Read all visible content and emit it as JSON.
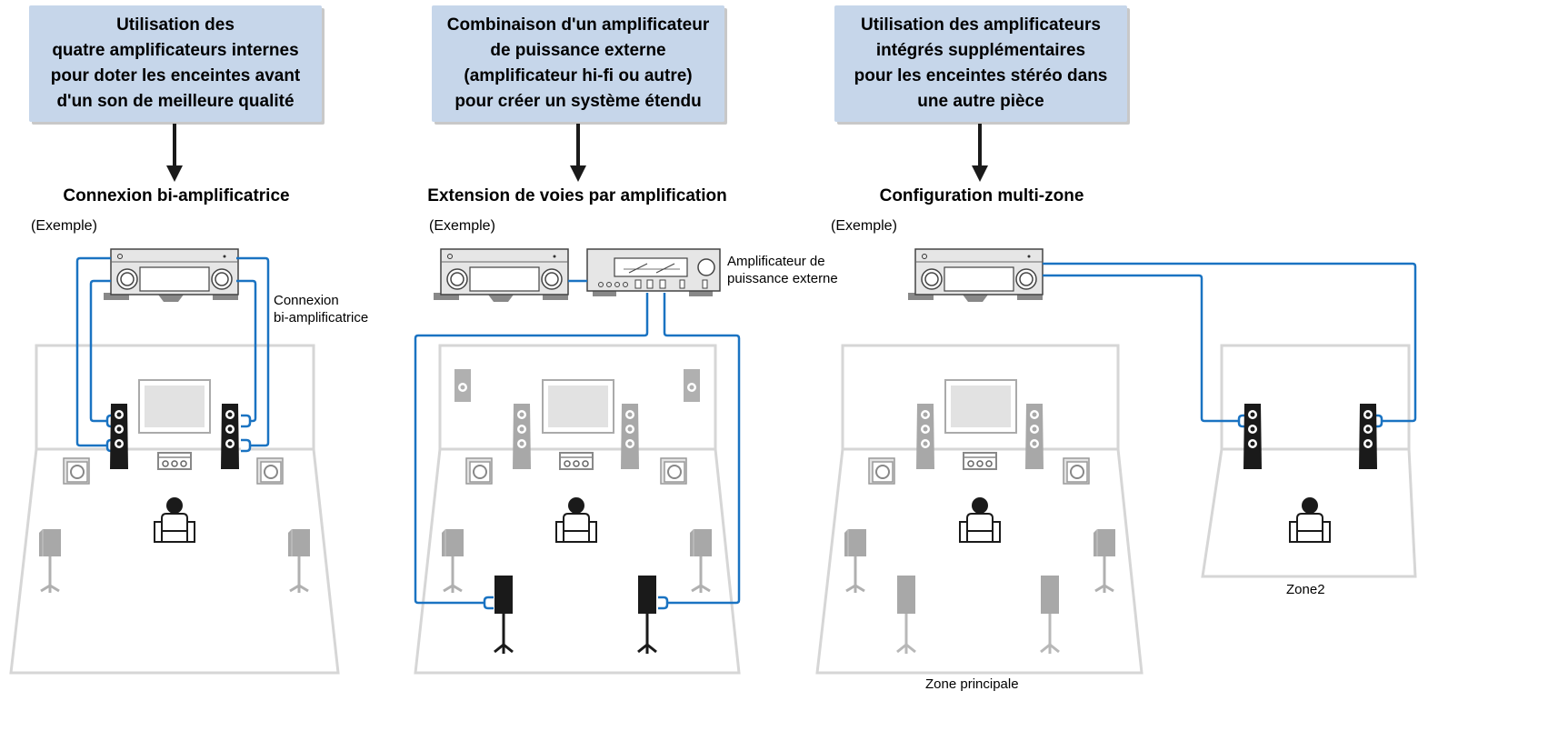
{
  "colors": {
    "header_bg": "#c6d6ea",
    "cable": "#1a73c2",
    "room_line": "#d6d6d6",
    "speaker_active": "#1a1a1a",
    "speaker_inactive": "#a8a8a8"
  },
  "icons": [
    "av-receiver-icon",
    "power-amplifier-icon",
    "tv-screen-icon",
    "tower-speaker-icon",
    "center-speaker-icon",
    "subwoofer-icon",
    "surround-speaker-icon",
    "listener-icon",
    "arrow-down-icon"
  ],
  "panels": [
    {
      "header_lines": [
        "Utilisation des",
        "quatre amplificateurs internes",
        "pour doter les enceintes avant",
        "d'un son de meilleure qualité"
      ],
      "subtitle": "Connexion bi-amplificatrice",
      "example": "(Exemple)",
      "labels": [
        "Connexion",
        "bi-amplificatrice"
      ]
    },
    {
      "header_lines": [
        "Combinaison d'un amplificateur",
        "de puissance externe",
        "(amplificateur hi-fi ou autre)",
        "pour créer un système étendu"
      ],
      "subtitle": "Extension de voies par amplification",
      "example": "(Exemple)",
      "labels": [
        "Amplificateur de",
        "puissance externe"
      ]
    },
    {
      "header_lines": [
        "Utilisation des amplificateurs",
        "intégrés supplémentaires",
        "pour les enceintes stéréo dans",
        "une autre pièce"
      ],
      "subtitle": "Configuration multi-zone",
      "example": "(Exemple)",
      "labels": [
        "Zone principale",
        "Zone2"
      ]
    }
  ]
}
